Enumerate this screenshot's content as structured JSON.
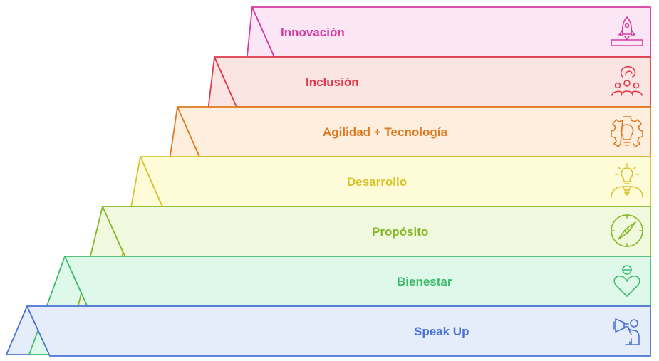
{
  "layers": [
    {
      "label": "Innovación",
      "icon": "rocket-icon",
      "color": "#d63ba0",
      "fill": "#fae6f4"
    },
    {
      "label": "Inclusión",
      "icon": "community-icon",
      "color": "#e0394a",
      "fill": "#fbe5e3"
    },
    {
      "label": "Agilidad + Tecnología",
      "icon": "gear-bulb-icon",
      "color": "#e07a22",
      "fill": "#fdeedd"
    },
    {
      "label": "Desarrollo",
      "icon": "idea-person-icon",
      "color": "#d8c22a",
      "fill": "#fdfbd8"
    },
    {
      "label": "Propósito",
      "icon": "compass-icon",
      "color": "#86b82a",
      "fill": "#f0f9dd"
    },
    {
      "label": "Bienestar",
      "icon": "heart-person-icon",
      "color": "#3fbb6c",
      "fill": "#def9ea"
    },
    {
      "label": "Speak Up",
      "icon": "megaphone-person-icon",
      "color": "#4a72d8",
      "fill": "#e5edfb"
    }
  ]
}
